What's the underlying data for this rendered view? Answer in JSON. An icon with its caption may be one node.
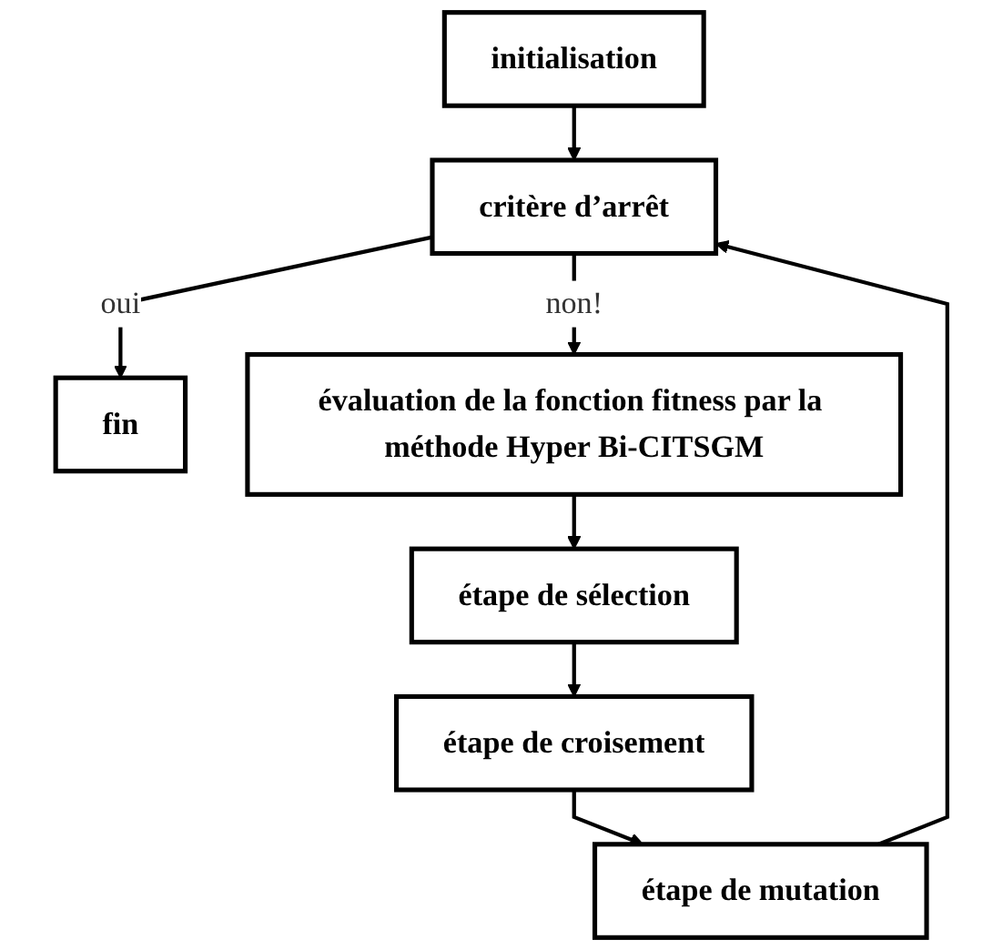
{
  "diagram": {
    "nodes": [
      {
        "text": [
          "initialisation"
        ]
      },
      {
        "text": [
          "critère d’arrêt"
        ]
      },
      {
        "text": [
          "fin"
        ]
      },
      {
        "text": [
          "évaluation de la fonction fitness par la méthode Hyper Bi-CITSGM"
        ]
      },
      {
        "text": [
          "étape de sélection"
        ]
      },
      {
        "text": [
          "étape de croisement"
        ]
      },
      {
        "text": [
          "étape de mutation"
        ]
      }
    ],
    "edges": [
      {
        "from": 0,
        "to": 1,
        "arrow": "to"
      },
      {
        "from": 1,
        "to": 2,
        "arrow": "to",
        "label": "oui"
      },
      {
        "from": 1,
        "to": 3,
        "arrow": "to",
        "label": "non!"
      },
      {
        "from": 3,
        "to": 4,
        "arrow": "to"
      },
      {
        "from": 4,
        "to": 5,
        "arrow": "to"
      },
      {
        "from": 5,
        "to": 6,
        "arrow": "to"
      },
      {
        "from": 6,
        "to": 1,
        "arrow": "to"
      }
    ]
  }
}
